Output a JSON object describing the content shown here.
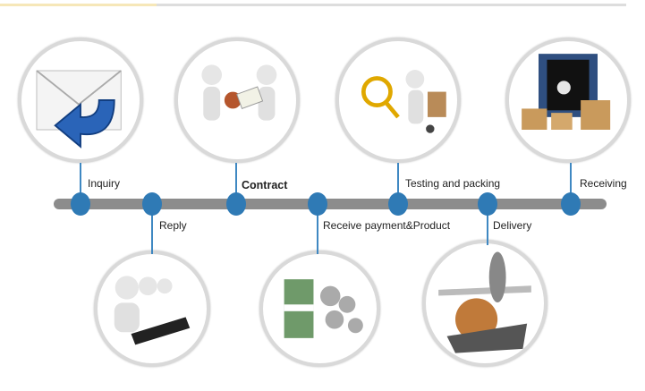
{
  "colors": {
    "accent": "#2f7ab5",
    "bar": "#8c8c8c",
    "ring": "#d9d9d9"
  },
  "steps": [
    {
      "label": "Inquiry",
      "icon": "envelope-reply-icon",
      "position": "top"
    },
    {
      "label": "Reply",
      "icon": "call-center-icon",
      "position": "bottom"
    },
    {
      "label": "Contract",
      "icon": "handshake-contract-icon",
      "position": "top"
    },
    {
      "label": "Receive payment&Product",
      "icon": "money-gears-icon",
      "position": "bottom"
    },
    {
      "label": "Testing and packing",
      "icon": "magnifier-cart-icon",
      "position": "top"
    },
    {
      "label": "Delivery",
      "icon": "plane-ship-globe-icon",
      "position": "bottom"
    },
    {
      "label": "Receiving",
      "icon": "container-boxes-icon",
      "position": "top"
    }
  ]
}
